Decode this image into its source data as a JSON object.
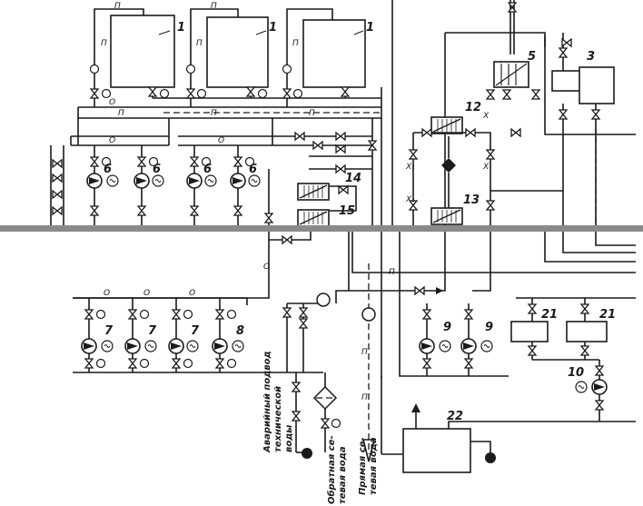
{
  "diagram": {
    "labels": {
      "l1a": "1",
      "l1b": "1",
      "l1c": "1",
      "l3": "3",
      "l5": "5",
      "l6a": "6",
      "l6b": "6",
      "l6c": "6",
      "l6d": "6",
      "l7a": "7",
      "l7b": "7",
      "l7c": "7",
      "l8": "8",
      "l9a": "9",
      "l9b": "9",
      "l10": "10",
      "l12": "12",
      "l13": "13",
      "l14": "14",
      "l15": "15",
      "l21a": "21",
      "l21b": "21",
      "l22": "22"
    },
    "codes": {
      "p": "П",
      "o": "О",
      "ch1": "Х₁",
      "ch": "Х"
    },
    "captions": {
      "emergency": [
        "Аварийный подвод",
        "технической",
        "воды"
      ],
      "return": [
        "Обратная се-",
        "тевая вода"
      ],
      "direct": [
        "Прямая се-",
        "тевая вода"
      ]
    }
  }
}
